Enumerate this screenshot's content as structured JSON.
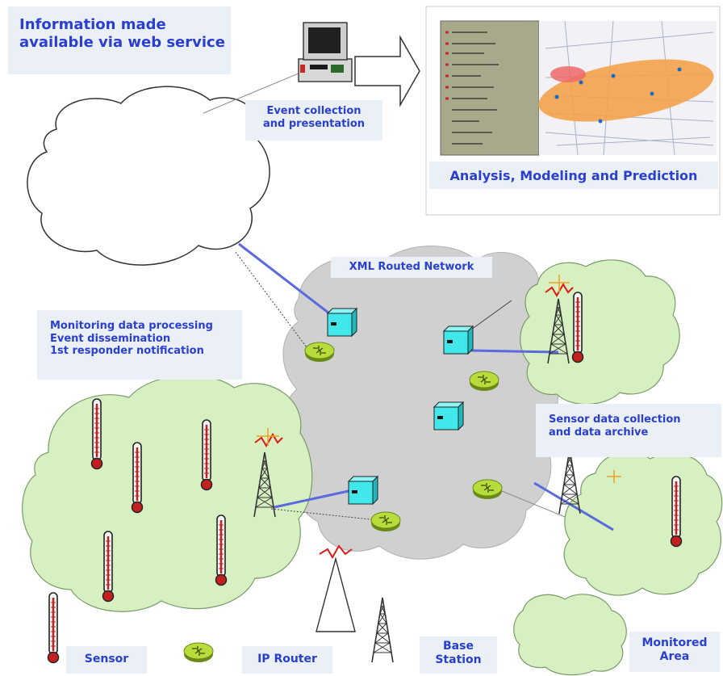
{
  "labels": {
    "web_service": [
      "Information made",
      "available via web service"
    ],
    "event_collection": [
      "Event collection",
      "and presentation"
    ],
    "analysis": "Analysis, Modeling and Prediction",
    "xml_network": "XML Routed Network",
    "monitoring": [
      "Monitoring data processing",
      "Event dissemination",
      "1st responder notification"
    ],
    "sensor_collection": [
      "Sensor data collection",
      "and data archive"
    ]
  },
  "legend": {
    "sensor": "Sensor",
    "ip_router": "IP Router",
    "base_station": [
      "Base",
      "Station"
    ],
    "monitored_area": [
      "Monitored",
      "Area"
    ]
  },
  "colors": {
    "label_bg": "#eaf0f6",
    "label_text": "#2a3fd2",
    "green_area": "#d6f0c2",
    "gray_network": "#d0d0d0",
    "router": "#b8dc3c",
    "device": "#40e8ec",
    "link": "#5a6adc",
    "plume": "#f3a24c"
  }
}
